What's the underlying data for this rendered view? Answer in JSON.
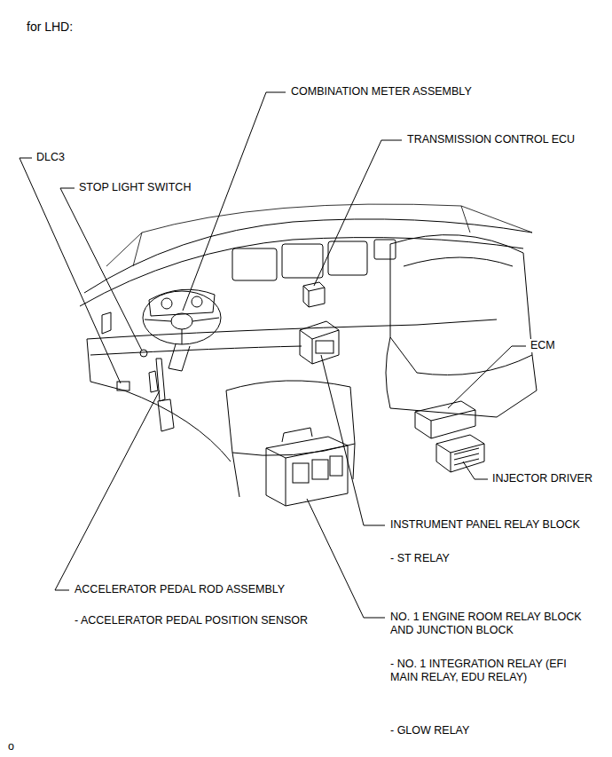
{
  "diagram": {
    "title": "for LHD:",
    "labels": [
      "COMBINATION METER ASSEMBLY",
      "TRANSMISSION CONTROL ECU",
      "DLC3",
      "STOP LIGHT SWITCH",
      "ECM",
      "INJECTOR DRIVER",
      "INSTRUMENT PANEL RELAY BLOCK",
      "- ST RELAY",
      "ACCELERATOR PEDAL ROD ASSEMBLY",
      "- ACCELERATOR PEDAL POSITION SENSOR",
      "NO. 1 ENGINE ROOM RELAY BLOCK AND JUNCTION BLOCK",
      "- NO. 1 INTEGRATION RELAY (EFI MAIN RELAY, EDU RELAY)",
      "- GLOW RELAY",
      "o"
    ]
  }
}
